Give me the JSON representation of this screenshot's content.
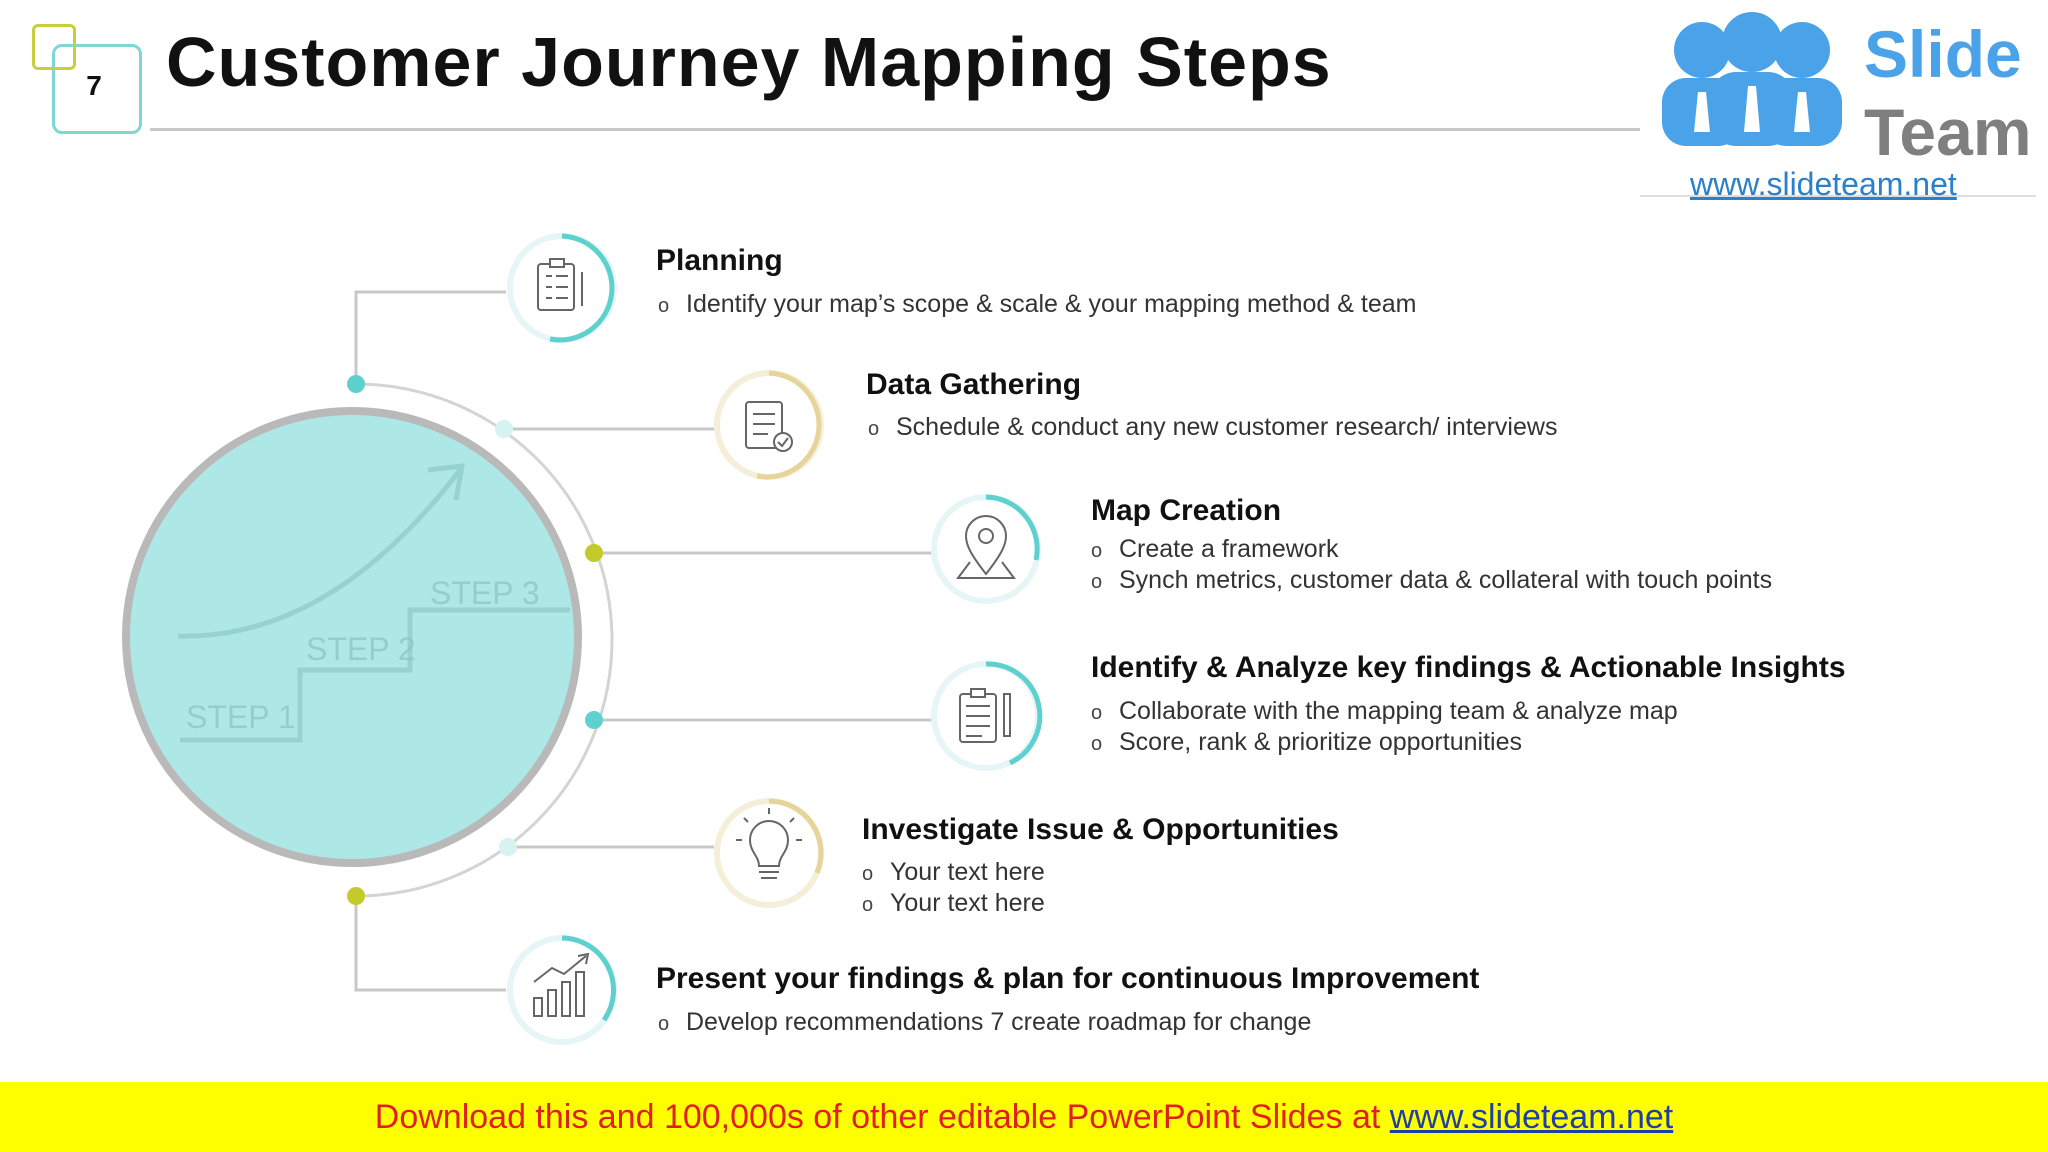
{
  "slide": {
    "number": "7",
    "title": "Customer Journey Mapping Steps"
  },
  "logo": {
    "line1": "Slide",
    "line2": "Team",
    "url": "www.slideteam.net"
  },
  "image_text": {
    "step1": "STEP 1",
    "step2": "STEP 2",
    "step3": "STEP 3"
  },
  "steps": [
    {
      "icon": "clipboard-checklist-icon",
      "title": "Planning",
      "bullets": [
        "Identify your map’s scope & scale & your mapping method & team"
      ]
    },
    {
      "icon": "document-check-icon",
      "title": "Data Gathering",
      "bullets": [
        "Schedule & conduct any new customer research/ interviews"
      ]
    },
    {
      "icon": "map-pin-icon",
      "title": "Map Creation",
      "bullets": [
        "Create a framework",
        "Synch metrics, customer data & collateral with touch points"
      ]
    },
    {
      "icon": "clipboard-pen-icon",
      "title": "Identify & Analyze key findings & Actionable Insights",
      "bullets": [
        "Collaborate with the mapping team & analyze map",
        "Score, rank & prioritize opportunities"
      ]
    },
    {
      "icon": "lightbulb-icon",
      "title": "Investigate Issue & Opportunities",
      "bullets": [
        "Your text here",
        "Your text here"
      ]
    },
    {
      "icon": "growth-chart-icon",
      "title": "Present your findings & plan for continuous Improvement",
      "bullets": [
        "Develop recommendations 7 create roadmap for change"
      ]
    }
  ],
  "colors": {
    "teal": "#5ed1cf",
    "olive": "#c3cb2c",
    "gold": "#e7d49b",
    "circle_fill": "#aee8e6"
  },
  "footer": {
    "text": "Download this and 100,000s of other editable PowerPoint Slides at ",
    "link": "www.slideteam.net"
  }
}
